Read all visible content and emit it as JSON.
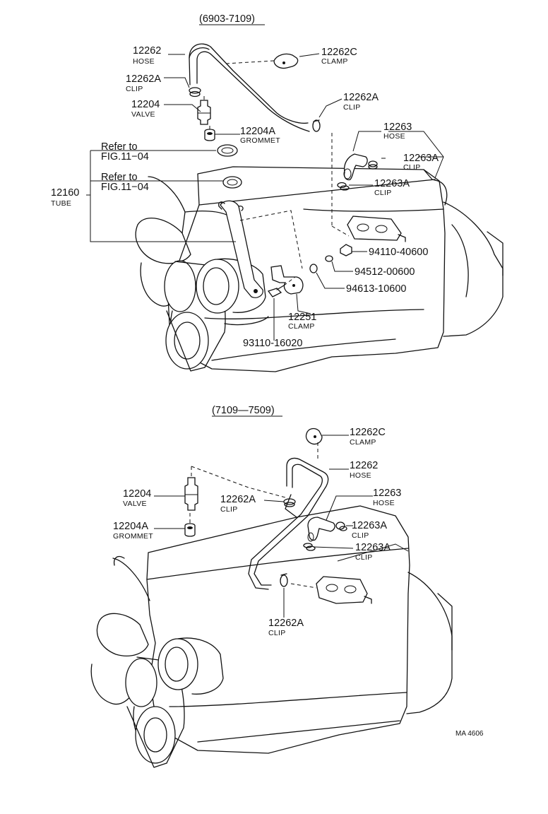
{
  "sections": [
    {
      "period": "(6903-7109)",
      "labels": {
        "hose_12262": {
          "number": "12262",
          "name": "HOSE"
        },
        "clamp_12262c": {
          "number": "12262C",
          "name": "CLAMP"
        },
        "clip_12262a_left": {
          "number": "12262A",
          "name": "CLIP"
        },
        "clip_12262a_right": {
          "number": "12262A",
          "name": "CLIP"
        },
        "valve_12204": {
          "number": "12204",
          "name": "VALVE"
        },
        "grommet_12204a": {
          "number": "12204A",
          "name": "GROMMET"
        },
        "hose_12263": {
          "number": "12263",
          "name": "HOSE"
        },
        "clip_12263a_1": {
          "number": "12263A",
          "name": "CLIP"
        },
        "clip_12263a_2": {
          "number": "12263A",
          "name": "CLIP"
        },
        "tube_12160": {
          "number": "12160",
          "name": "TUBE"
        },
        "nut_94110": {
          "number": "94110-40600"
        },
        "washer_94512": {
          "number": "94512-00600"
        },
        "washer_94613": {
          "number": "94613-10600"
        },
        "clamp_12251": {
          "number": "12251",
          "name": "CLAMP"
        },
        "bolt_93110": {
          "number": "93110-16020"
        }
      },
      "refs": [
        {
          "text1": "Refer to",
          "text2": "FIG.11−04"
        },
        {
          "text1": "Refer to",
          "text2": "FIG.11−04"
        }
      ]
    },
    {
      "period": "(7109—7509)",
      "labels": {
        "clamp_12262c": {
          "number": "12262C",
          "name": "CLAMP"
        },
        "hose_12262": {
          "number": "12262",
          "name": "HOSE"
        },
        "valve_12204": {
          "number": "12204",
          "name": "VALVE"
        },
        "clip_12262a_upper": {
          "number": "12262A",
          "name": "CLIP"
        },
        "hose_12263": {
          "number": "12263",
          "name": "HOSE"
        },
        "clip_12263a_1": {
          "number": "12263A",
          "name": "CLIP"
        },
        "grommet_12204a": {
          "number": "12204A",
          "name": "GROMMET"
        },
        "clip_12263a_2": {
          "number": "12263A",
          "name": "CLIP"
        },
        "clip_12262a_lower": {
          "number": "12262A",
          "name": "CLIP"
        }
      }
    }
  ],
  "figure_code": "MA  4606"
}
